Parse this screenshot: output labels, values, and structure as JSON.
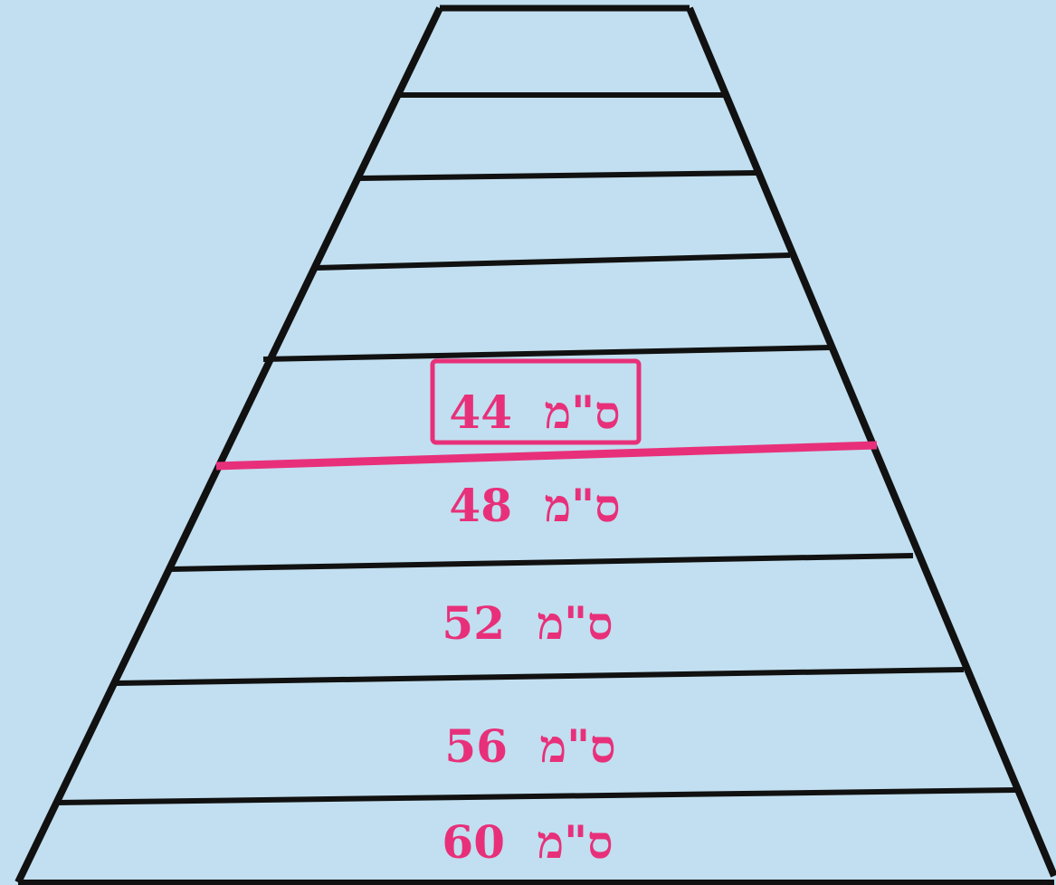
{
  "colors": {
    "background": "#c1dff0",
    "line": "#111111",
    "accent": "#e8307a"
  },
  "labels": [
    {
      "id": "label-44",
      "value": "44",
      "unit": "ס\"מ",
      "highlighted": true
    },
    {
      "id": "label-48",
      "value": "48",
      "unit": "ס\"מ",
      "highlighted": false
    },
    {
      "id": "label-52",
      "value": "52",
      "unit": "ס\"מ",
      "highlighted": false
    },
    {
      "id": "label-56",
      "value": "56",
      "unit": "ס\"מ",
      "highlighted": false
    },
    {
      "id": "label-60",
      "value": "60",
      "unit": "ס\"מ",
      "highlighted": false
    }
  ]
}
